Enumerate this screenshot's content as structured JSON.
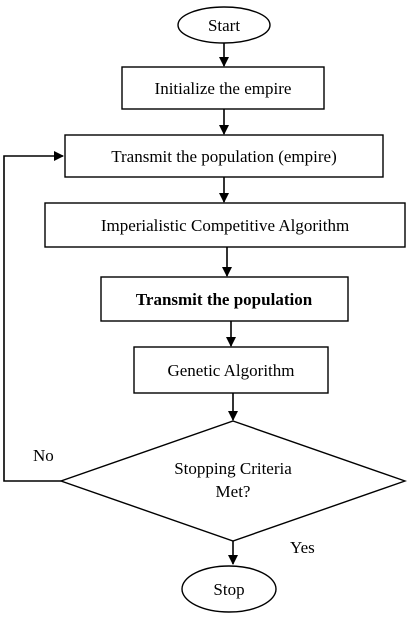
{
  "flowchart": {
    "start": "Start",
    "step1": "Initialize the empire",
    "step2": "Transmit the population (empire)",
    "step3": "Imperialistic Competitive Algorithm",
    "step4": "Transmit the population",
    "step5": "Genetic Algorithm",
    "decision_line1": "Stopping Criteria",
    "decision_line2": "Met?",
    "no_label": "No",
    "yes_label": "Yes",
    "stop": "Stop"
  }
}
